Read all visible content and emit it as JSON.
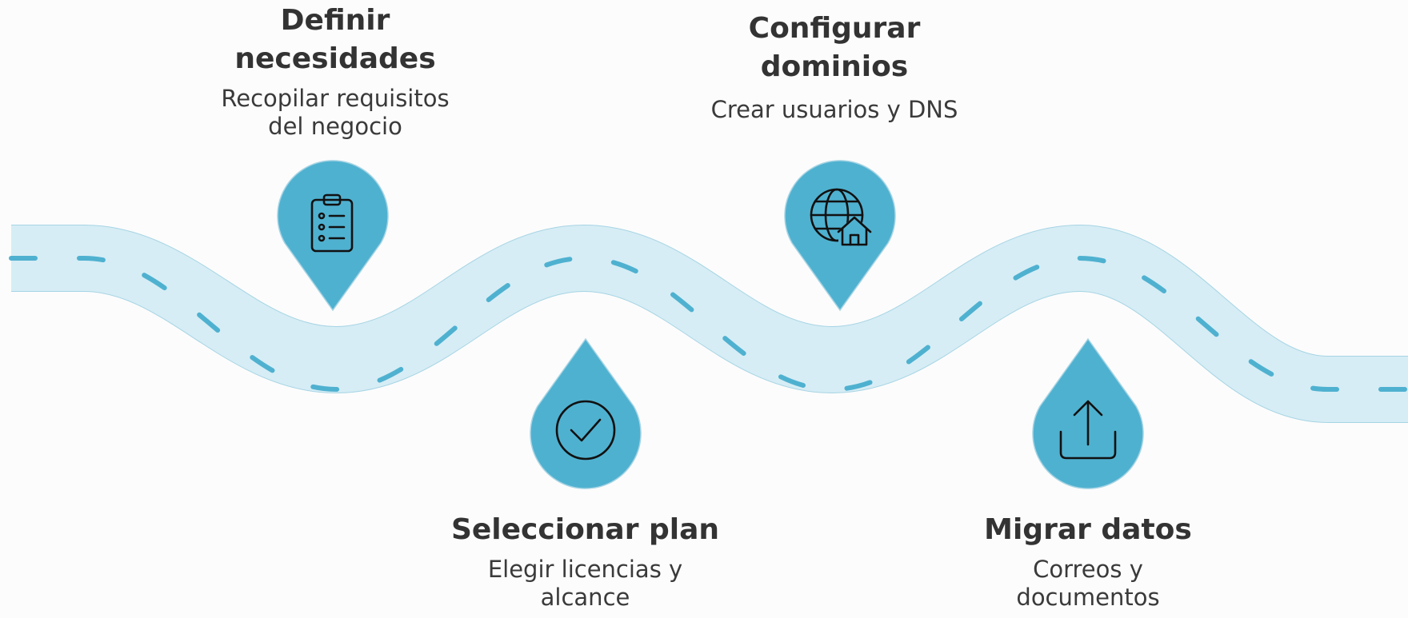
{
  "colors": {
    "road_fill": "#d6edf5",
    "road_edge": "#a6d4e4",
    "road_dash": "#4fb1d0",
    "pin_fill": "#4fb1d0",
    "icon_stroke": "#111111",
    "text_dark": "#333333"
  },
  "steps": [
    {
      "title": "Definir\nnecesidades",
      "description": "Recopilar requisitos\ndel negocio",
      "icon": "clipboard-checklist-icon"
    },
    {
      "title": "Seleccionar plan",
      "description": "Elegir licencias y\nalcance",
      "icon": "check-circle-icon"
    },
    {
      "title": "Configurar\ndominios",
      "description": "Crear usuarios y DNS",
      "icon": "globe-home-icon"
    },
    {
      "title": "Migrar datos",
      "description": "Correos y\ndocumentos",
      "icon": "upload-icon"
    }
  ]
}
